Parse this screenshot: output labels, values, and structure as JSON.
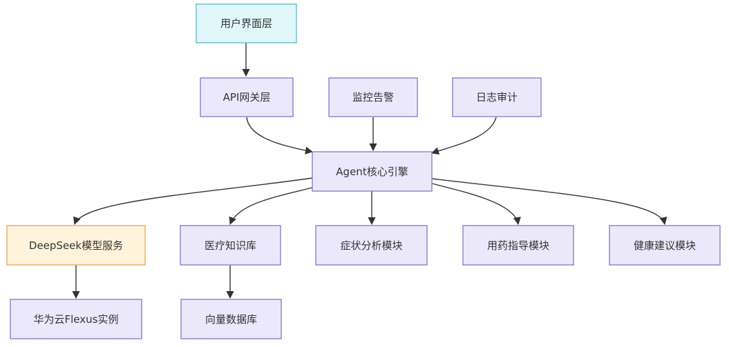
{
  "diagram": {
    "nodes": {
      "ui_layer": {
        "label": "用户界面层",
        "fill": "#e0f7fa"
      },
      "api_gateway": {
        "label": "API网关层",
        "fill": "#ece8fb"
      },
      "monitoring": {
        "label": "监控告警",
        "fill": "#ece8fb"
      },
      "audit_log": {
        "label": "日志审计",
        "fill": "#ece8fb"
      },
      "agent_core": {
        "label": "Agent核心引擎",
        "fill": "#ece8fb"
      },
      "deepseek": {
        "label": "DeepSeek模型服务",
        "fill": "#fff3dc"
      },
      "medical_kb": {
        "label": "医疗知识库",
        "fill": "#ece8fb"
      },
      "symptom": {
        "label": "症状分析模块",
        "fill": "#ece8fb"
      },
      "medication": {
        "label": "用药指导模块",
        "fill": "#ece8fb"
      },
      "health_advice": {
        "label": "健康建议模块",
        "fill": "#ece8fb"
      },
      "flexus": {
        "label": "华为云Flexus实例",
        "fill": "#ece8fb"
      },
      "vector_db": {
        "label": "向量数据库",
        "fill": "#ece8fb"
      }
    },
    "edges": [
      {
        "from": "ui_layer",
        "to": "api_gateway"
      },
      {
        "from": "api_gateway",
        "to": "agent_core"
      },
      {
        "from": "monitoring",
        "to": "agent_core"
      },
      {
        "from": "audit_log",
        "to": "agent_core"
      },
      {
        "from": "agent_core",
        "to": "deepseek"
      },
      {
        "from": "agent_core",
        "to": "medical_kb"
      },
      {
        "from": "agent_core",
        "to": "symptom"
      },
      {
        "from": "agent_core",
        "to": "medication"
      },
      {
        "from": "agent_core",
        "to": "health_advice"
      },
      {
        "from": "deepseek",
        "to": "flexus"
      },
      {
        "from": "medical_kb",
        "to": "vector_db"
      }
    ],
    "colors": {
      "stroke": "#8f7ec9",
      "stroke_orange": "#e0b060",
      "stroke_cyan": "#6fb7c4",
      "edge": "#333333",
      "text": "#333333"
    }
  }
}
